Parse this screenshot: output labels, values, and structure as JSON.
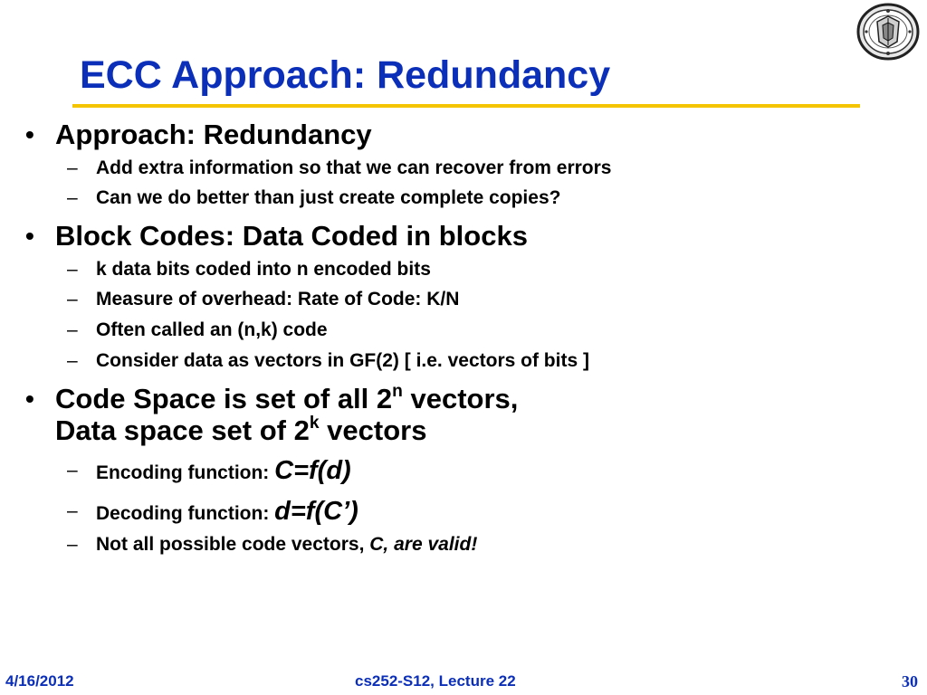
{
  "slide": {
    "title": "ECC Approach: Redundancy",
    "bullet1": {
      "marker": "•",
      "text": "Approach: Redundancy",
      "subs": [
        "Add extra information so that we can recover from errors",
        "Can we do better than just create complete copies?"
      ]
    },
    "bullet2": {
      "marker": "•",
      "text": "Block Codes: Data Coded in blocks",
      "subs": [
        "k data bits coded into n encoded bits",
        "Measure of overhead: Rate of Code: K/N",
        "Often called an (n,k) code",
        "Consider data as vectors in GF(2) [ i.e. vectors of bits ]"
      ]
    },
    "bullet3": {
      "marker": "•",
      "line1_prefix": "Code Space is set of all 2",
      "line1_sup": "n",
      "line1_suffix": " vectors,",
      "line2_prefix": "Data space set of 2",
      "line2_sup": "k",
      "line2_suffix": " vectors",
      "sub1_prefix": "Encoding function: ",
      "sub1_formula": "C=f(d)",
      "sub2_prefix": "Decoding function: ",
      "sub2_formula": "d=f(C’)",
      "sub3_prefix": "Not all possible code vectors, ",
      "sub3_italic": "C, are valid!"
    },
    "sub_marker": "–"
  },
  "footer": {
    "date": "4/16/2012",
    "course": "cs252-S12, Lecture 22",
    "page": "30"
  },
  "colors": {
    "title": "#0b2fb8",
    "rule": "#f5c400",
    "text": "#000000"
  },
  "icons": {
    "seal": "university-seal-icon"
  }
}
